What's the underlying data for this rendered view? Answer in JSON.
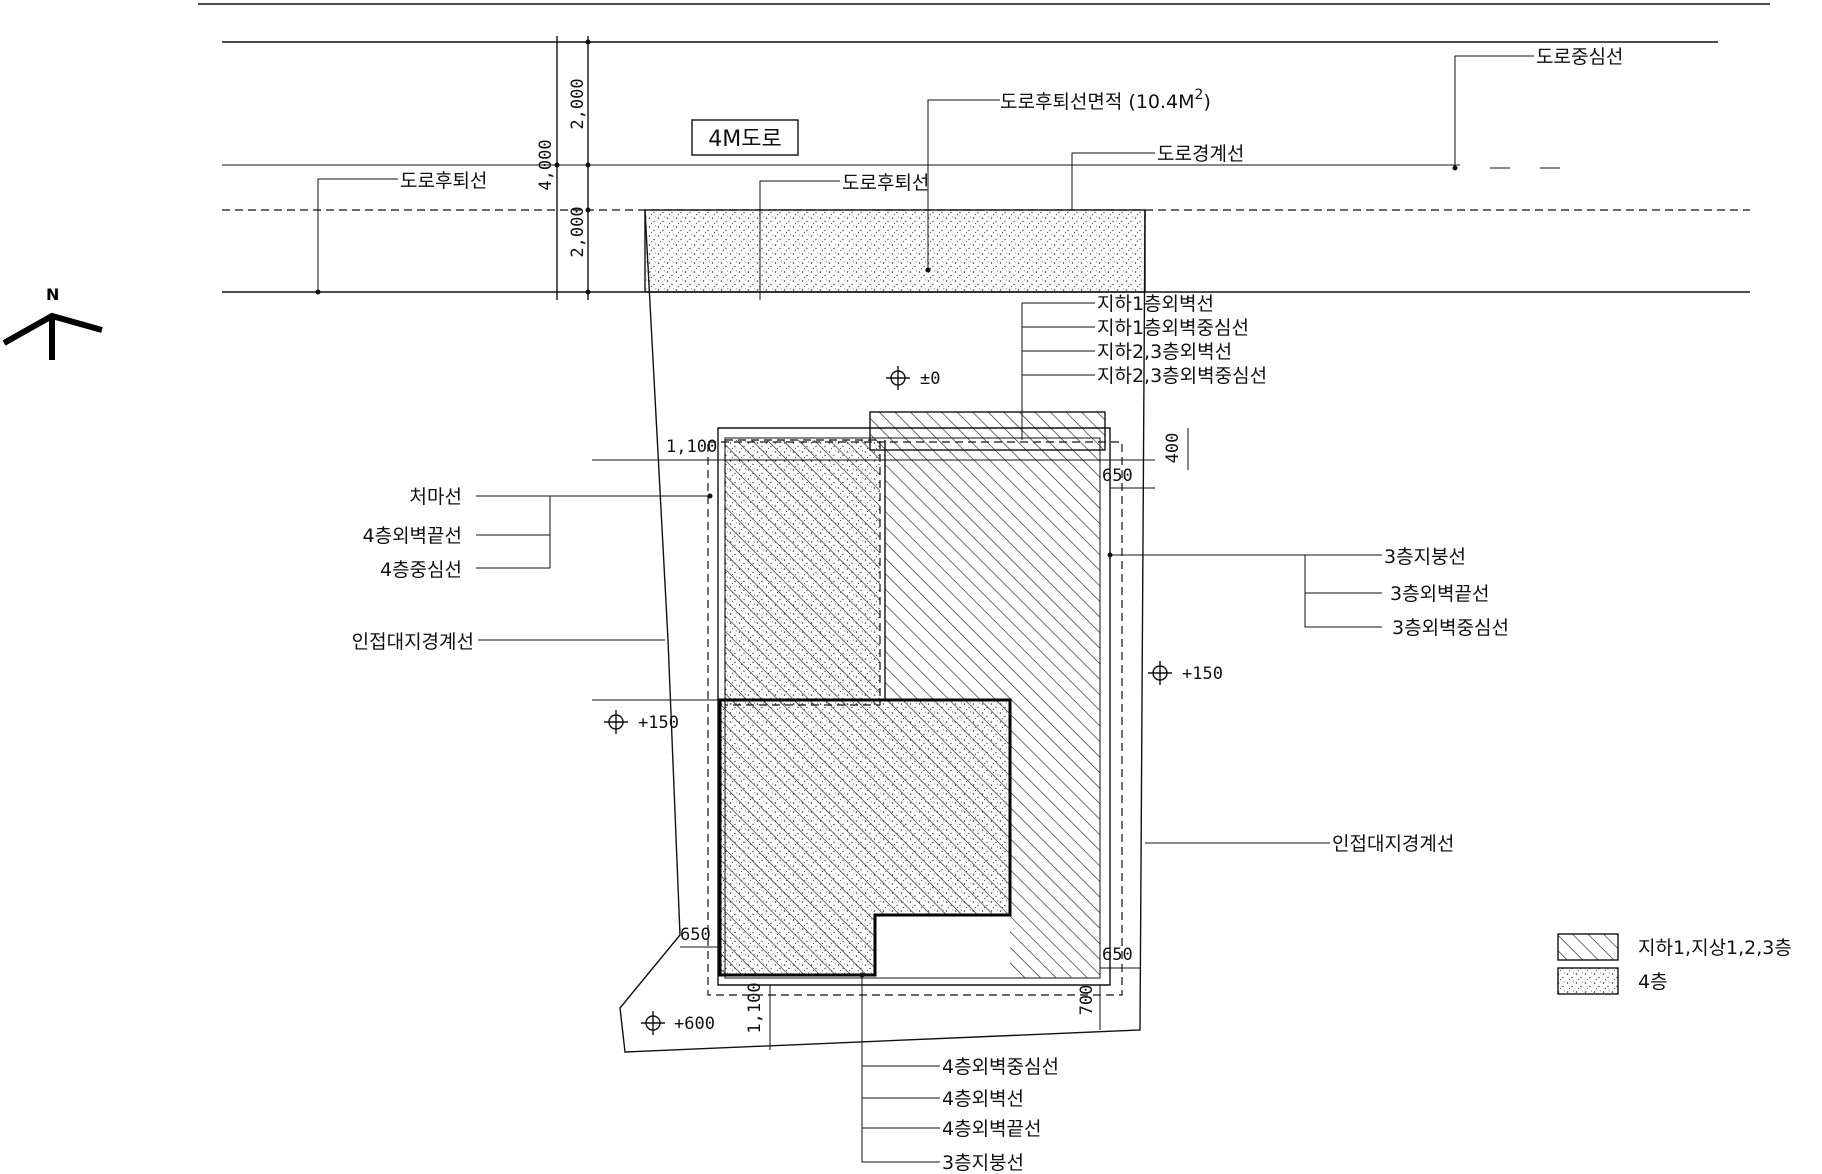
{
  "road": {
    "name": "4M도로",
    "setback_area": "도로후퇴선면적 (10.4M",
    "setback_area_sup": "2",
    "setback_area_close": ")",
    "center_line": "도로중심선",
    "boundary_line": "도로경계선",
    "setback_line_left": "도로후퇴선",
    "setback_line_mid": "도로후퇴선"
  },
  "north": "N",
  "dimensions": {
    "road_half_top": "2,000",
    "road_total": "4,000",
    "road_half_bottom": "2,000",
    "d1100_top": "1,100",
    "d400": "400",
    "d650_tr": "650",
    "d650_bl": "650",
    "d650_br": "650",
    "d1100_bottom": "1,100",
    "d700": "700"
  },
  "levels": {
    "l0": "±0",
    "l150_right": "+150",
    "l150_left": "+150",
    "l600": "+600"
  },
  "labels_top_right": [
    "지하1층외벽선",
    "지하1층외벽중심선",
    "지하2,3층외벽선",
    "지하2,3층외벽중심선"
  ],
  "labels_left": [
    "처마선",
    "4층외벽끝선",
    "4층중심선"
  ],
  "adjacent_left": "인접대지경계선",
  "adjacent_right": "인접대지경계선",
  "labels_right": [
    "3층지붕선",
    "3층외벽끝선",
    "3층외벽중심선"
  ],
  "labels_bottom": [
    "4층외벽중심선",
    "4층외벽선",
    "4층외벽끝선",
    "3층지붕선"
  ],
  "legend": [
    {
      "label": "지하1,지상1,2,3층",
      "pattern": "hatch"
    },
    {
      "label": "4층",
      "pattern": "dots"
    }
  ]
}
